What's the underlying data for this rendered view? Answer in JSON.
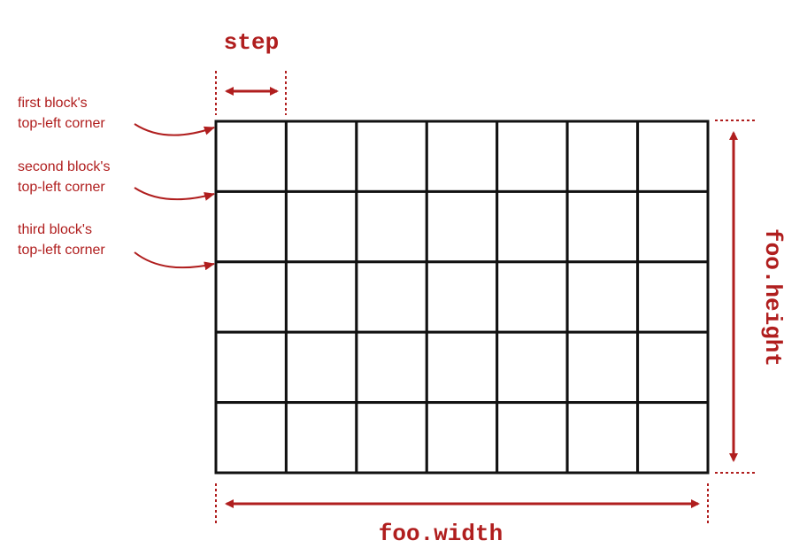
{
  "grid": {
    "columns": 7,
    "rows": 5
  },
  "labels": {
    "step": "step",
    "width": "foo.width",
    "height": "foo.height",
    "annotations": [
      {
        "line1": "first block's",
        "line2": "top-left corner"
      },
      {
        "line1": "second block's",
        "line2": "top-left corner"
      },
      {
        "line1": "third block's",
        "line2": "top-left corner"
      }
    ]
  },
  "colors": {
    "accent": "#b01e1e",
    "grid": "#111111",
    "background": "#ffffff"
  }
}
